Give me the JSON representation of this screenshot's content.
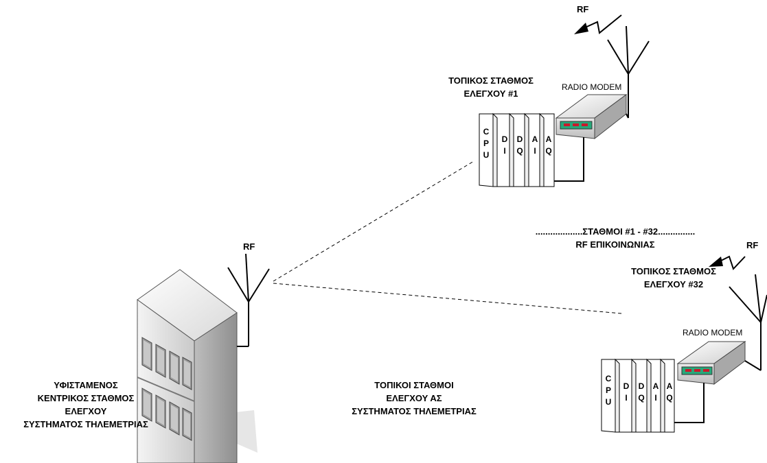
{
  "station1": {
    "title_lines": [
      "ΤΟΠΙΚΟΣ ΣΤΑΘΜΟΣ",
      "ΕΛΕΓΧΟΥ #1"
    ],
    "modem_label": "RADIO MODEM",
    "rf_label": "RF",
    "modules": [
      "CPU",
      "DI",
      "DQ",
      "AI",
      "AQ"
    ]
  },
  "station32": {
    "title_lines": [
      "ΤΟΠΙΚΟΣ ΣΤΑΘΜΟΣ",
      "ΕΛΕΓΧΟΥ #32"
    ],
    "modem_label": "RADIO MODEM",
    "rf_label": "RF",
    "modules": [
      "CPU",
      "DI",
      "DQ",
      "AI",
      "AQ"
    ]
  },
  "stations_range": {
    "line1": "...................ΣΤΑΘΜΟΙ #1 - #32...............",
    "line2": "RF ΕΠΙΚΟΙΝΩΝΙΑΣ"
  },
  "central": {
    "rf_label": "RF",
    "title_lines": [
      "ΥΦΙΣΤΑΜΕΝΟΣ",
      "ΚΕΝΤΡΙΚΟΣ ΣΤΑΘΜΟΣ",
      "ΕΛΕΓΧΟΥ",
      "ΣΥΣΤΗΜΑΤΟΣ ΤΗΛΕΜΕΤΡΙΑΣ"
    ]
  },
  "local_stations_note": {
    "lines": [
      "ΤΟΠΙΚΟΙ ΣΤΑΘΜΟΙ",
      "ΕΛΕΓΧΟΥ ΑΣ",
      "ΣΥΣΤΗΜΑΤΟΣ ΤΗΛΕΜΕΤΡΙΑΣ"
    ]
  }
}
